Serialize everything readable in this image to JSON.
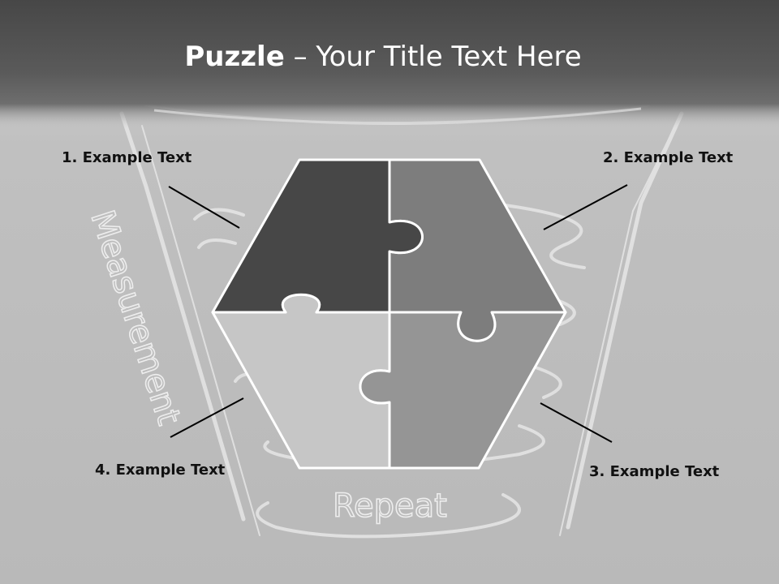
{
  "title": {
    "bold": "Puzzle",
    "rest": " – Your Title Text Here"
  },
  "labels": {
    "l1": "1. Example Text",
    "l2": "2. Example Text",
    "l3": "3. Example Text",
    "l4": "4. Example Text"
  },
  "chalk": {
    "left_word": "Measurement",
    "bottom_word": "Repeat"
  },
  "colors": {
    "header": "#474747",
    "background": "#bdbdbd",
    "piece_top_left": "#474747",
    "piece_top_right": "#7d7d7d",
    "piece_bottom_right": "#959595",
    "piece_bottom_left": "#c6c6c6",
    "piece_stroke": "#ffffff",
    "leader": "#000000"
  }
}
